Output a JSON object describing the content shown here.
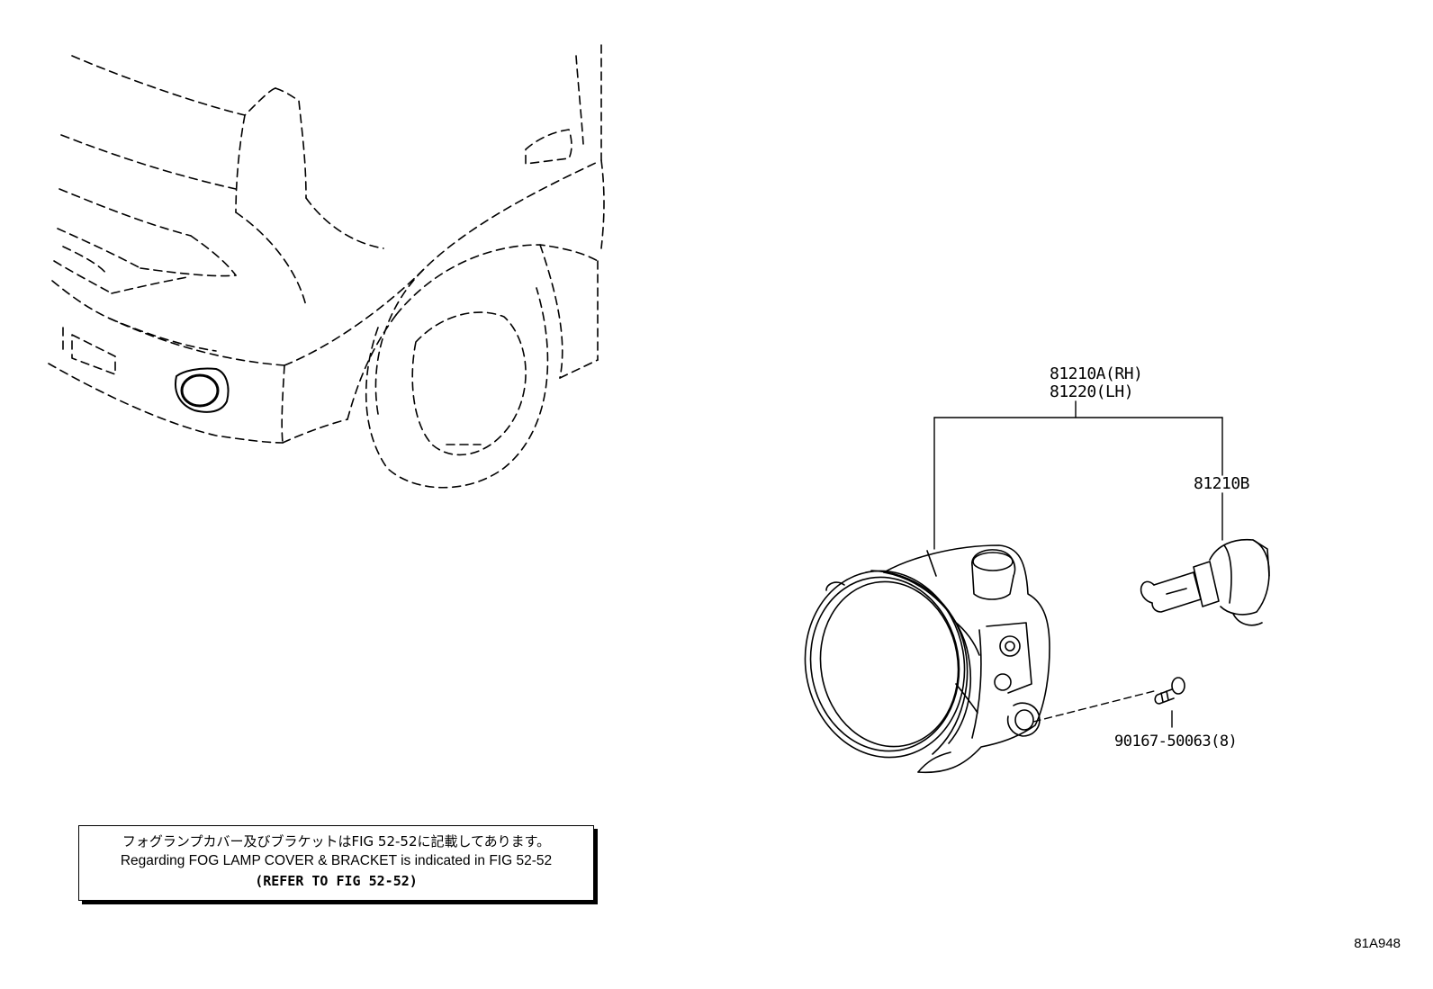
{
  "parts": {
    "lamp_rh": "81210A(RH)",
    "lamp_lh": "81220(LH)",
    "bulb": "81210B",
    "screw": "90167-50063(8)"
  },
  "note": {
    "line_jp": "フォグランプカバー及びブラケットはFIG 52-52に記載してあります。",
    "line_en": "Regarding FOG LAMP COVER & BRACKET is indicated in FIG 52-52",
    "line_ref": "(REFER TO FIG 52-52)"
  },
  "figure_code": "81A948"
}
